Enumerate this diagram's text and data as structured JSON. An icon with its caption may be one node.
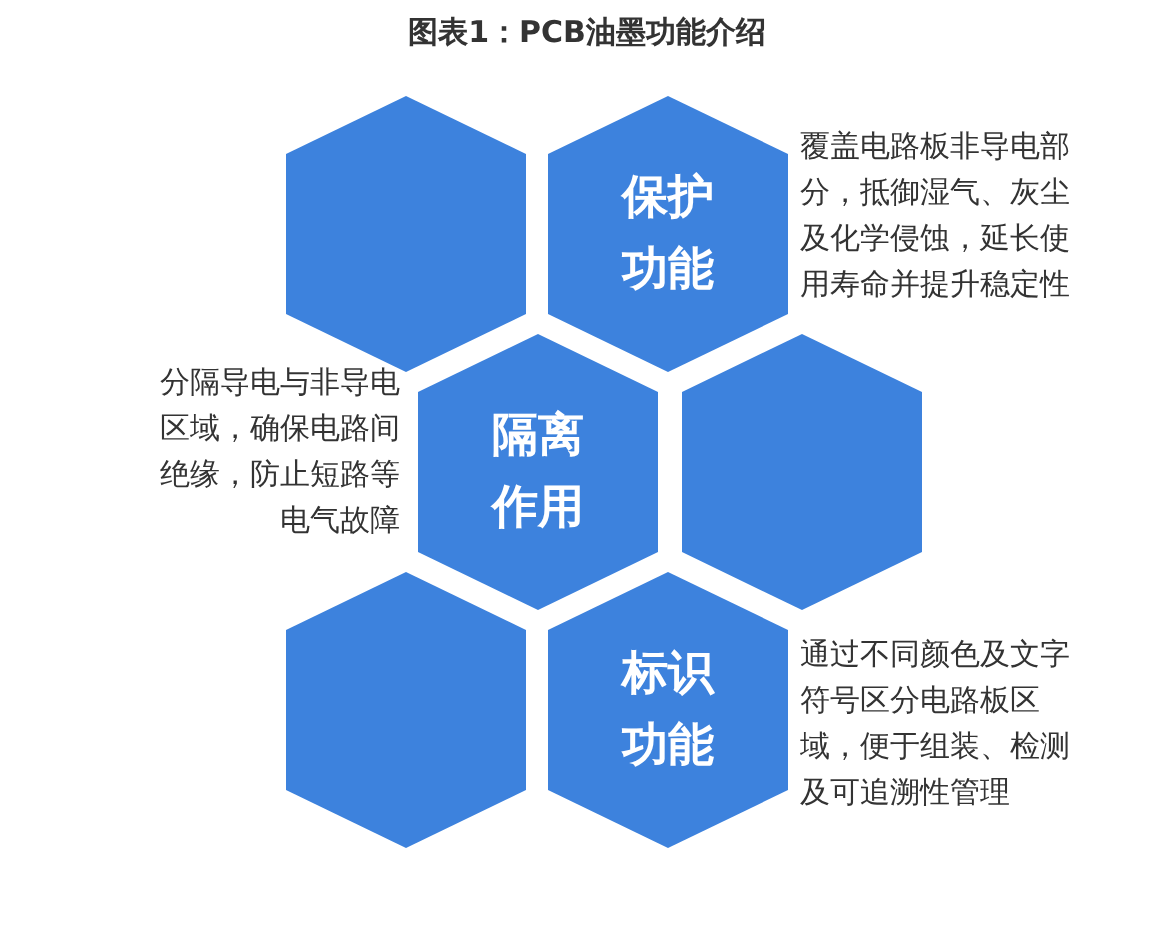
{
  "diagram": {
    "title": "图表1：PCB油墨功能介绍",
    "nodes": [
      {
        "text": [],
        "shape": "hexagon"
      },
      {
        "text": [
          "保护功能"
        ],
        "beside": [
          "覆盖电路板非导电部分，抵御湿气、灰尘及化学侵蚀，延长使用寿命并提升稳定性"
        ]
      },
      {
        "text": [
          "隔离作用"
        ],
        "beside": [
          "分隔导电与非导电区域，确保电路间绝缘，防止短路等电气故障"
        ]
      },
      {
        "text": [],
        "shape": "hexagon"
      },
      {
        "text": [],
        "shape": "hexagon"
      },
      {
        "text": [
          "标识功能"
        ],
        "beside": [
          "通过不同颜色及文字符号区分电路板区域，便于组装、检测及可追溯性管理"
        ]
      }
    ]
  }
}
